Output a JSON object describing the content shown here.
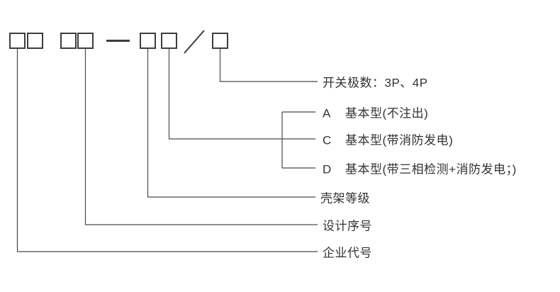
{
  "colors": {
    "ink": "#3d3d3d",
    "line": "#4a4a4a",
    "background": "#ffffff",
    "text": "#333333"
  },
  "model_code": {
    "box_glyph": "□",
    "groups": [
      {
        "name": "enterprise-code",
        "boxes": 2
      },
      {
        "name": "design-serial",
        "boxes": 2
      },
      {
        "name": "frame-level-and-type",
        "boxes": 2
      },
      {
        "name": "switch-poles",
        "boxes": 1
      }
    ],
    "separators": {
      "dash": "—",
      "slash": "/"
    }
  },
  "labels": [
    {
      "id": "switch-poles",
      "text": "开关极数：3P、4P"
    },
    {
      "id": "type-a",
      "prefix": "A",
      "text": "基本型(不注出)"
    },
    {
      "id": "type-c",
      "prefix": "C",
      "text": "基本型(带消防发电)"
    },
    {
      "id": "type-d",
      "prefix": "D",
      "text": "基本型(带三相检测+消防发电；)"
    },
    {
      "id": "frame-level",
      "text": "壳架等级"
    },
    {
      "id": "design-serial",
      "text": "设计序号"
    },
    {
      "id": "enterprise-code",
      "text": "企业代号"
    }
  ]
}
